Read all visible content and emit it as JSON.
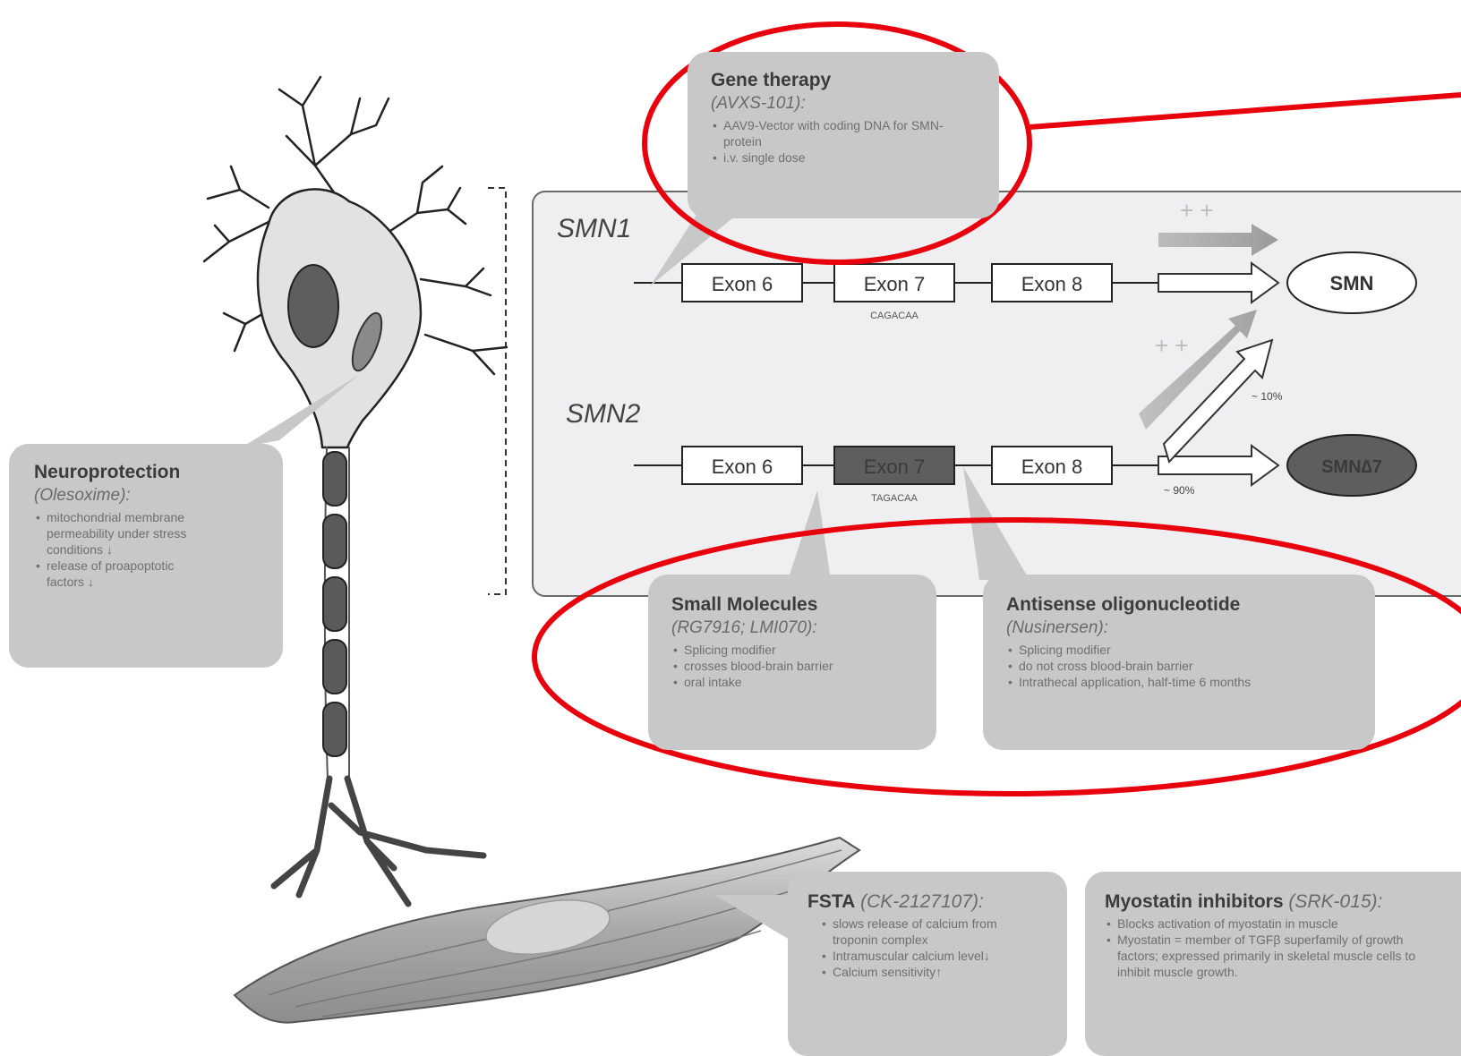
{
  "genes": {
    "smn1": {
      "label": "SMN1",
      "exons": [
        "Exon 6",
        "Exon 7",
        "Exon 8"
      ],
      "sequence": "CAGACAA",
      "product": "SMN",
      "boost": "+ +"
    },
    "smn2": {
      "label": "SMN2",
      "exons": [
        "Exon 6",
        "Exon 7",
        "Exon 8"
      ],
      "sequence": "TAGACAA",
      "product": "SMN∆7",
      "boost": "+ +",
      "pct_full": "~ 10%",
      "pct_truncated": "~ 90%"
    }
  },
  "callouts": {
    "gene_therapy": {
      "title": "Gene therapy",
      "drug": "(AVXS-101):",
      "bullets": [
        "AAV9-Vector with coding DNA for SMN-protein",
        "i.v. single dose"
      ]
    },
    "neuroprotection": {
      "title": "Neuroprotection",
      "drug": "(Olesoxime):",
      "bullets": [
        "mitochondrial membrane permeability under stress conditions ↓",
        "release of proapoptotic factors ↓"
      ]
    },
    "small_molecules": {
      "title": "Small Molecules",
      "drug": "(RG7916; LMI070):",
      "bullets": [
        "Splicing modifier",
        "crosses blood-brain barrier",
        "oral intake"
      ]
    },
    "antisense": {
      "title": "Antisense oligonucleotide",
      "drug": "(Nusinersen):",
      "bullets": [
        "Splicing modifier",
        "do not cross blood-brain barrier",
        "Intrathecal application, half-time 6 months"
      ]
    },
    "fsta": {
      "title": "FSTA",
      "drug": "(CK-2127107):",
      "bullets": [
        "slows release of calcium from troponin complex",
        "Intramuscular calcium level↓",
        "Calcium sensitivity↑"
      ]
    },
    "myostatin": {
      "title": "Myostatin inhibitors",
      "drug": "(SRK-015):",
      "bullets": [
        "Blocks activation of myostatin in muscle",
        "Myostatin = member of TGFβ superfamily of growth factors; expressed primarily in skeletal muscle cells to inhibit muscle growth."
      ]
    }
  },
  "colors": {
    "highlight": "#e8000d",
    "callout": "#c8c8c8",
    "panel": "#efeff1",
    "dark_exon": "#5e5e5e",
    "neuron": "#e2e2e2"
  }
}
